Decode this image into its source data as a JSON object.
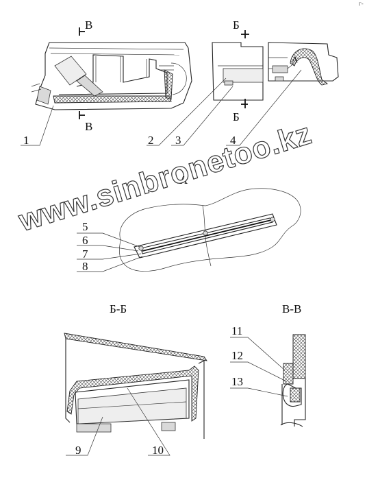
{
  "callouts": [
    "1",
    "2",
    "3",
    "4",
    "5",
    "6",
    "7",
    "8",
    "9",
    "10",
    "11",
    "12",
    "13"
  ],
  "cut_marks": {
    "v_top": "В",
    "v_bottom": "В",
    "b_top": "Б",
    "b_bottom": "Б",
    "a_marker": "A"
  },
  "section_titles": {
    "detail_a": "А",
    "section_bb": "Б-Б",
    "section_vv": "В-В"
  },
  "watermark": "www.sinbronetoo.kz",
  "corner_mark": "г-"
}
